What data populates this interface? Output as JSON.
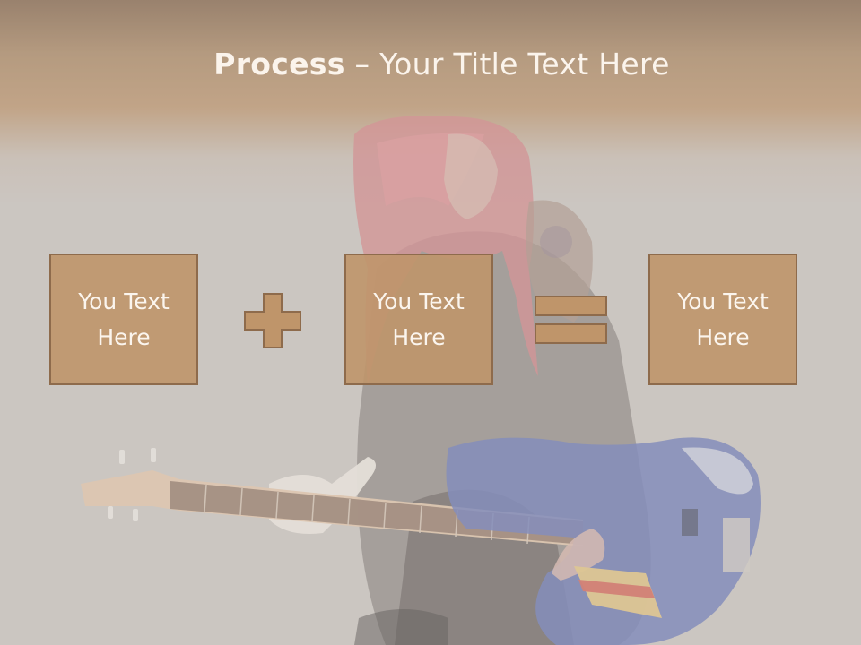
{
  "title": {
    "bold": "Process",
    "separator": " – ",
    "rest": "Your Title Text Here"
  },
  "boxes": [
    {
      "text": "You Text Here"
    },
    {
      "text": "You Text Here"
    },
    {
      "text": "You Text Here"
    }
  ],
  "operators": {
    "first": "plus-icon",
    "second": "equals-icon"
  },
  "colors": {
    "box_fill": "#bf956a",
    "box_border": "#8e6b4c",
    "title_text": "#fbf4ec",
    "header_band": "#a7825c"
  }
}
